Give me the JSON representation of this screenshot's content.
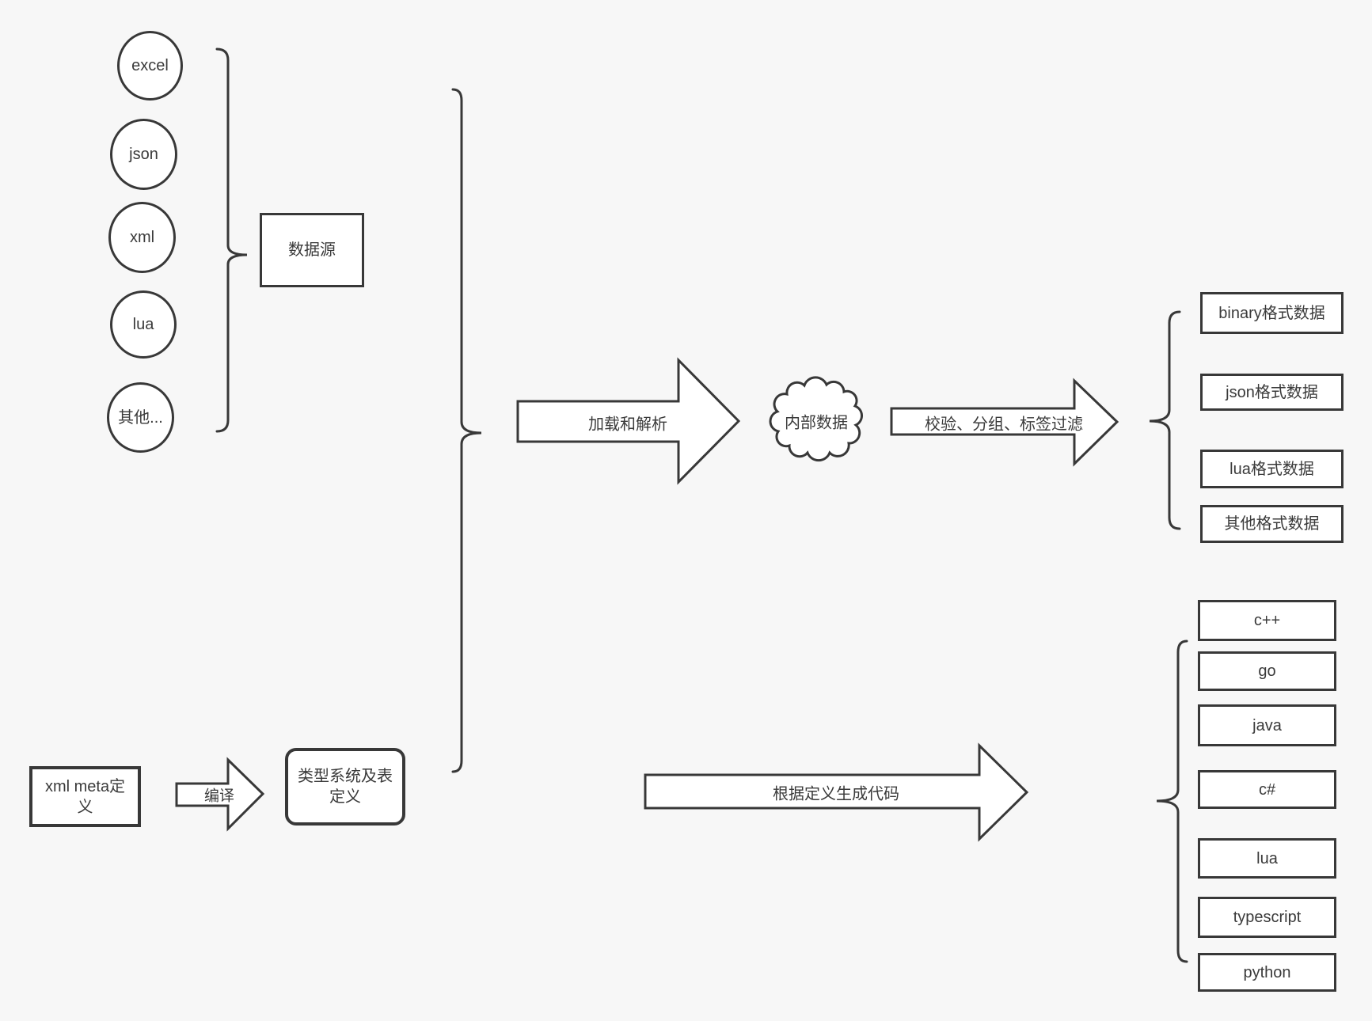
{
  "canvas": {
    "background": "#f7f7f7",
    "stroke_color": "#383838",
    "shape_fill": "#ffffff"
  },
  "sources": {
    "items": [
      "excel",
      "json",
      "xml",
      "lua",
      "其他..."
    ],
    "group_box": "数据源"
  },
  "pipeline": {
    "load_arrow": "加载和解析",
    "internal_data": "内部数据",
    "filter_arrow": "校验、分组、标签过滤"
  },
  "outputs": {
    "formats": [
      "binary格式数据",
      "json格式数据",
      "lua格式数据",
      "其他格式数据"
    ]
  },
  "definition": {
    "meta_box": "xml meta定义",
    "compile_arrow": "编译",
    "type_system_box": "类型系统及表定义",
    "codegen_arrow": "根据定义生成代码",
    "languages": [
      "c++",
      "go",
      "java",
      "c#",
      "lua",
      "typescript",
      "python"
    ]
  }
}
